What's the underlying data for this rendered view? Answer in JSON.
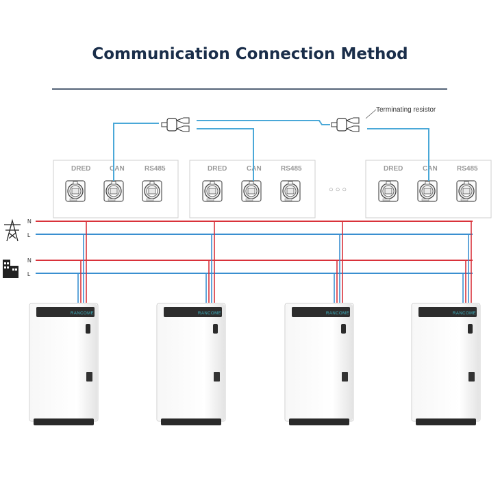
{
  "title": "Communication Connection Method",
  "terminating_resistor_label": "Terminating resistor",
  "port_labels": [
    "DRED",
    "CAN",
    "RS485"
  ],
  "ellipsis": "○ ○ ○",
  "grid_lines": {
    "n": "N",
    "l": "L"
  },
  "load_lines": {
    "n": "N",
    "l": "L"
  },
  "brand": "RANCOME",
  "colors": {
    "title": "#1a2e4a",
    "cable_blue": "#4aa8d8",
    "live_red": "#d9323a",
    "neutral_blue": "#3a8fd0",
    "panel_border": "#cfcfcf"
  },
  "icons": [
    "power-pylon-icon",
    "building-icon",
    "rj45-port-icon",
    "y-splitter-icon"
  ]
}
